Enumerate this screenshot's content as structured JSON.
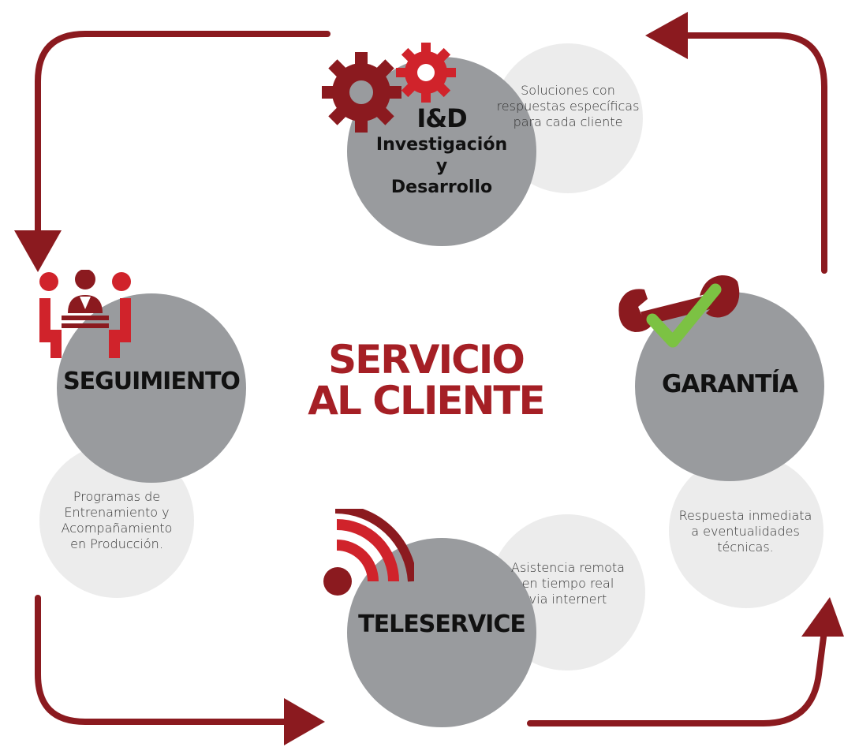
{
  "center": {
    "line1": "SERVICIO",
    "line2": "AL CLIENTE"
  },
  "nodes": {
    "id": {
      "title": "I&D",
      "subtitle": [
        "Investigación",
        "y",
        "Desarrollo"
      ],
      "description": [
        "Soluciones con",
        "respuestas específicas",
        "para cada cliente"
      ],
      "icon": "gears-icon"
    },
    "seguimiento": {
      "title": "SEGUIMIENTO",
      "description": [
        "Programas de",
        "Entrenamiento y",
        "Acompañamiento",
        "en Producción."
      ],
      "icon": "meeting-people-icon"
    },
    "garantia": {
      "title": "GARANTÍA",
      "description": [
        "Respuesta inmediata",
        "a eventualidades",
        "técnicas."
      ],
      "icon": "wrench-check-icon"
    },
    "teleservice": {
      "title": "TELESERVICE",
      "description": [
        "Asistencia remota",
        "en tiempo real",
        "via internert"
      ],
      "icon": "wifi-signal-icon"
    }
  },
  "colors": {
    "accent": "#a51f25",
    "dark_red": "#8b1a1f",
    "circle_gray": "#999b9e",
    "light_circle": "#e4e4e4",
    "check_green": "#7cc243"
  }
}
